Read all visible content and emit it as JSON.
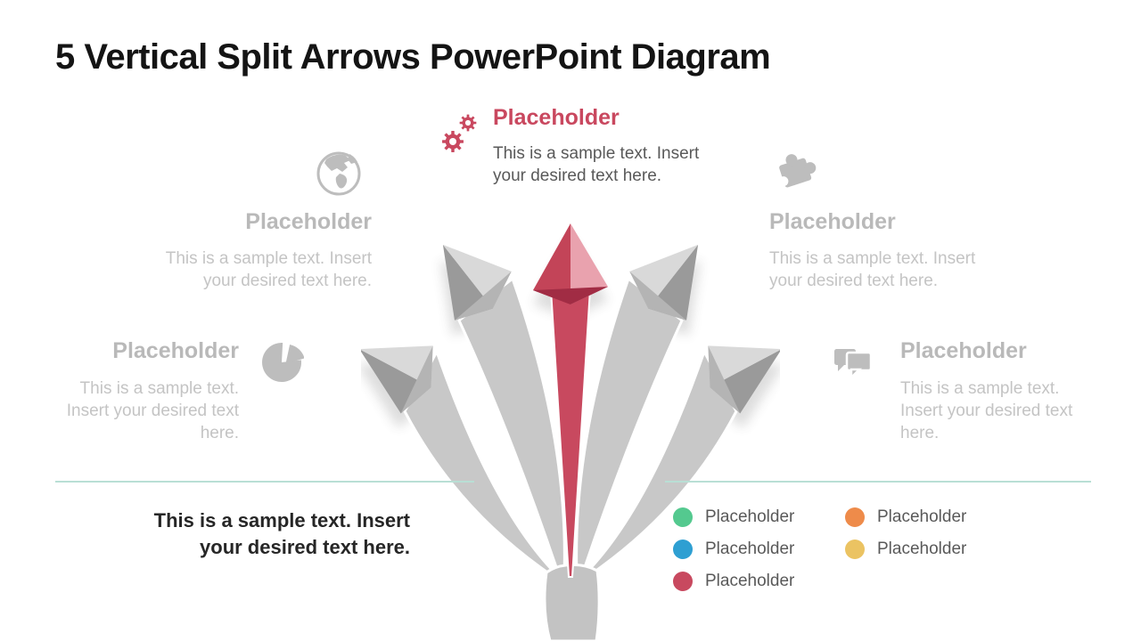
{
  "slide": {
    "title": "5 Vertical Split Arrows PowerPoint Diagram",
    "background": "#ffffff"
  },
  "colors": {
    "accent_red": "#c9485f",
    "muted_gray_title": "#b9b9b9",
    "muted_gray_text": "#c4c4c4",
    "dark_text": "#262626",
    "body_text": "#595959",
    "divider": "#b9dfd5",
    "arrow_gray": "#c8c8c8",
    "arrow_red": "#c8495f"
  },
  "callouts": {
    "top_left": {
      "icon": "globe-icon",
      "title": "Placeholder",
      "text": "This is a sample text. Insert your desired text here."
    },
    "top_center": {
      "icon": "gears-icon",
      "title": "Placeholder",
      "text": "This is a sample text. Insert your desired text here."
    },
    "top_right": {
      "icon": "puzzle-icon",
      "title": "Placeholder",
      "text": "This is a sample text. Insert your desired text here."
    },
    "mid_left": {
      "icon": "pie-chart-icon",
      "title": "Placeholder",
      "text": "This is a sample text. Insert your desired text here."
    },
    "mid_right": {
      "icon": "chat-icon",
      "title": "Placeholder",
      "text": "This is a sample text. Insert your desired text here."
    }
  },
  "footer_note": "This is a sample text. Insert your desired text here.",
  "legend": {
    "items": [
      {
        "label": "Placeholder",
        "color": "#54c98f"
      },
      {
        "label": "Placeholder",
        "color": "#2e9fd2"
      },
      {
        "label": "Placeholder",
        "color": "#c8495f"
      },
      {
        "label": "Placeholder",
        "color": "#ee8b4a"
      },
      {
        "label": "Placeholder",
        "color": "#ebc362"
      }
    ]
  }
}
